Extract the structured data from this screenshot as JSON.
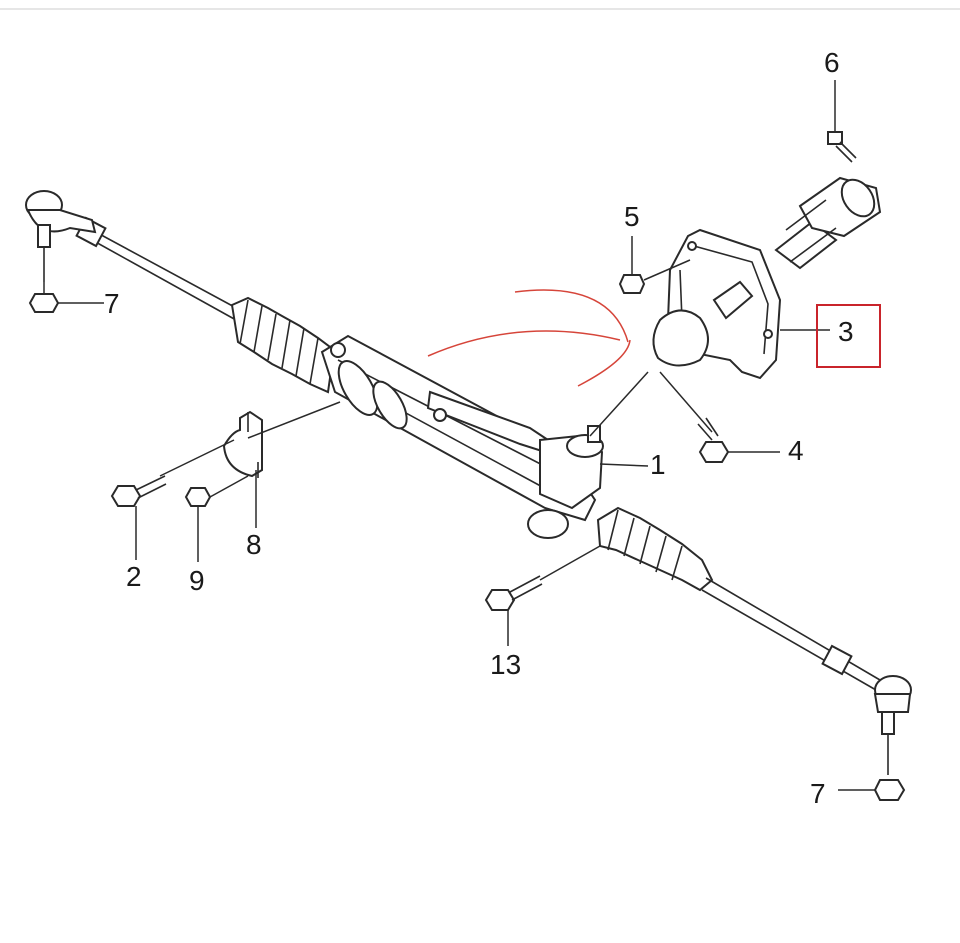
{
  "callouts": [
    {
      "id": "1",
      "text": "1"
    },
    {
      "id": "2",
      "text": "2"
    },
    {
      "id": "3",
      "text": "3",
      "highlighted": true
    },
    {
      "id": "4",
      "text": "4"
    },
    {
      "id": "5",
      "text": "5"
    },
    {
      "id": "6",
      "text": "6"
    },
    {
      "id": "7a",
      "text": "7"
    },
    {
      "id": "7b",
      "text": "7"
    },
    {
      "id": "8",
      "text": "8"
    },
    {
      "id": "9",
      "text": "9"
    },
    {
      "id": "13",
      "text": "13"
    }
  ],
  "colors": {
    "line": "#2a2a2a",
    "highlight_box": "#c9242b",
    "annotation_stroke": "#d6453a",
    "background": "#ffffff"
  }
}
